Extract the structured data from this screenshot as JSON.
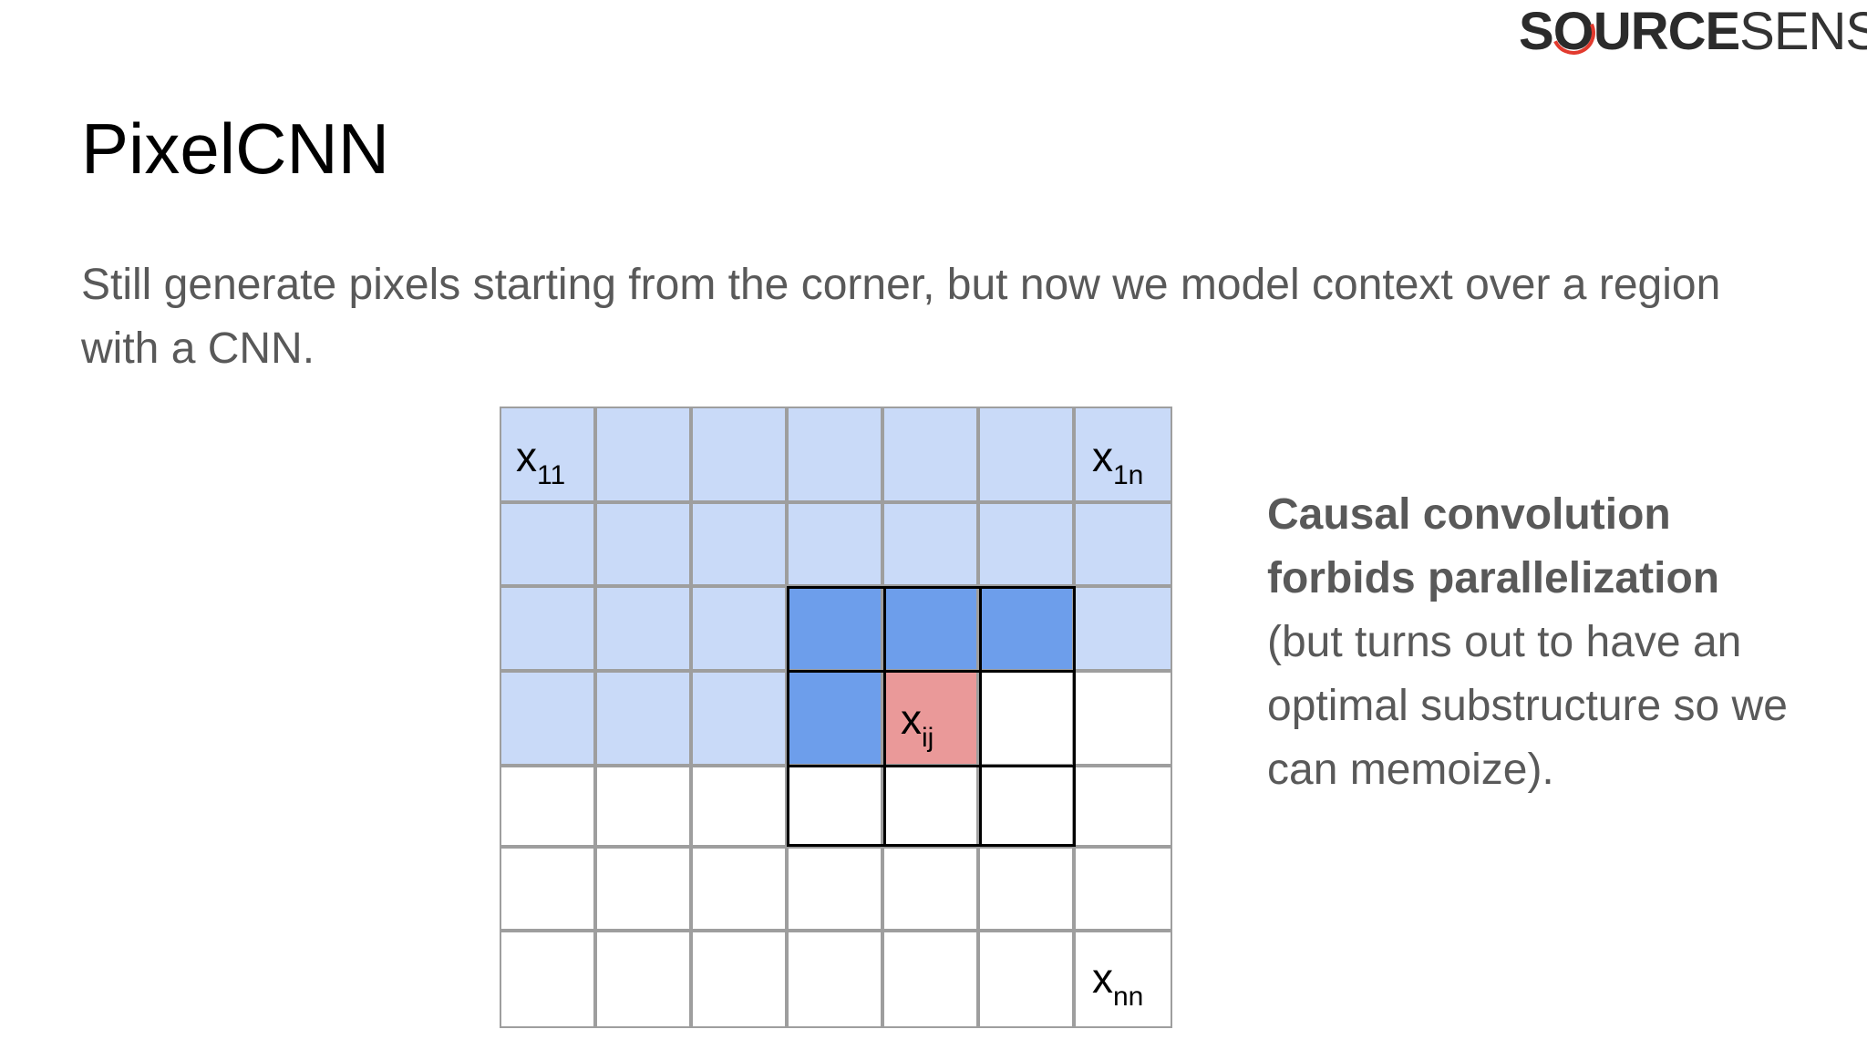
{
  "logo": {
    "part1": "S",
    "part2": "O",
    "part3": "URCE",
    "part4": "SENSE"
  },
  "title": "PixelCNN",
  "subtitle": "Still generate pixels starting from the corner, but now we model context over a region with a CNN.",
  "diagram": {
    "label_x11": {
      "base": "x",
      "sub": "11"
    },
    "label_x1n": {
      "base": "x",
      "sub": "1n"
    },
    "label_xij": {
      "base": "x",
      "sub": "ij"
    },
    "label_xnn": {
      "base": "x",
      "sub": "nn"
    },
    "colors": {
      "context": "#c9daf8",
      "receptive": "#6d9eeb",
      "current": "#ea9999",
      "future": "#ffffff"
    }
  },
  "side_text": {
    "bold_line1": "Causal convolution",
    "bold_line2": "forbids parallelization",
    "rest": "(but turns out to have an optimal substructure so we can memoize)."
  }
}
